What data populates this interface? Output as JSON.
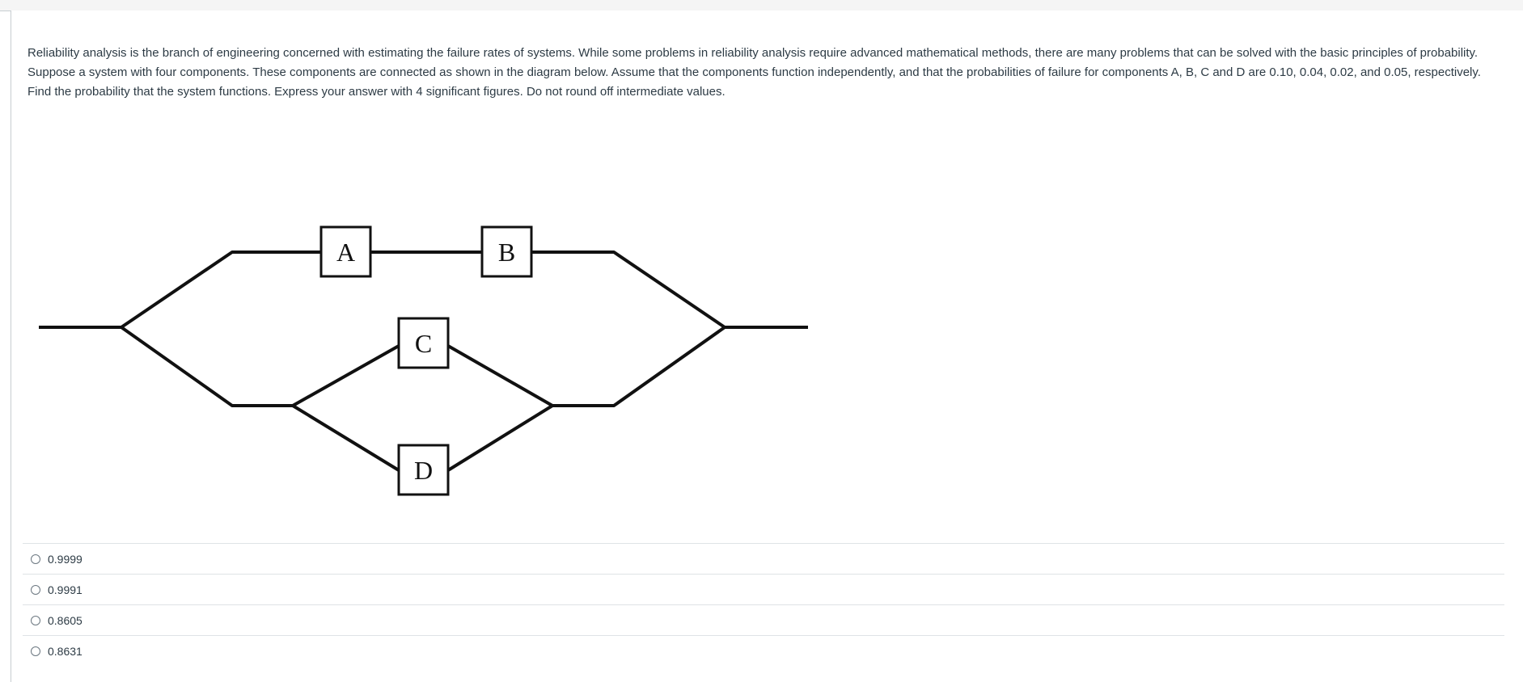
{
  "question": {
    "text": "Reliability analysis is the branch of engineering concerned with estimating the failure rates of systems. While some problems in reliability analysis require advanced mathematical methods, there are many problems that can be solved with the basic principles of probability. Suppose a system with four components. These components are connected as shown in the diagram below. Assume that the components function independently, and that the probabilities of failure for components A, B, C and D are 0.10, 0.04, 0.02, and 0.05, respectively. Find the probability that the system functions. Express your answer with 4 significant figures. Do not round off intermediate values."
  },
  "diagram": {
    "components": [
      "A",
      "B",
      "C",
      "D"
    ]
  },
  "answers": [
    {
      "label": "0.9999"
    },
    {
      "label": "0.9991"
    },
    {
      "label": "0.8605"
    },
    {
      "label": "0.8631"
    }
  ]
}
